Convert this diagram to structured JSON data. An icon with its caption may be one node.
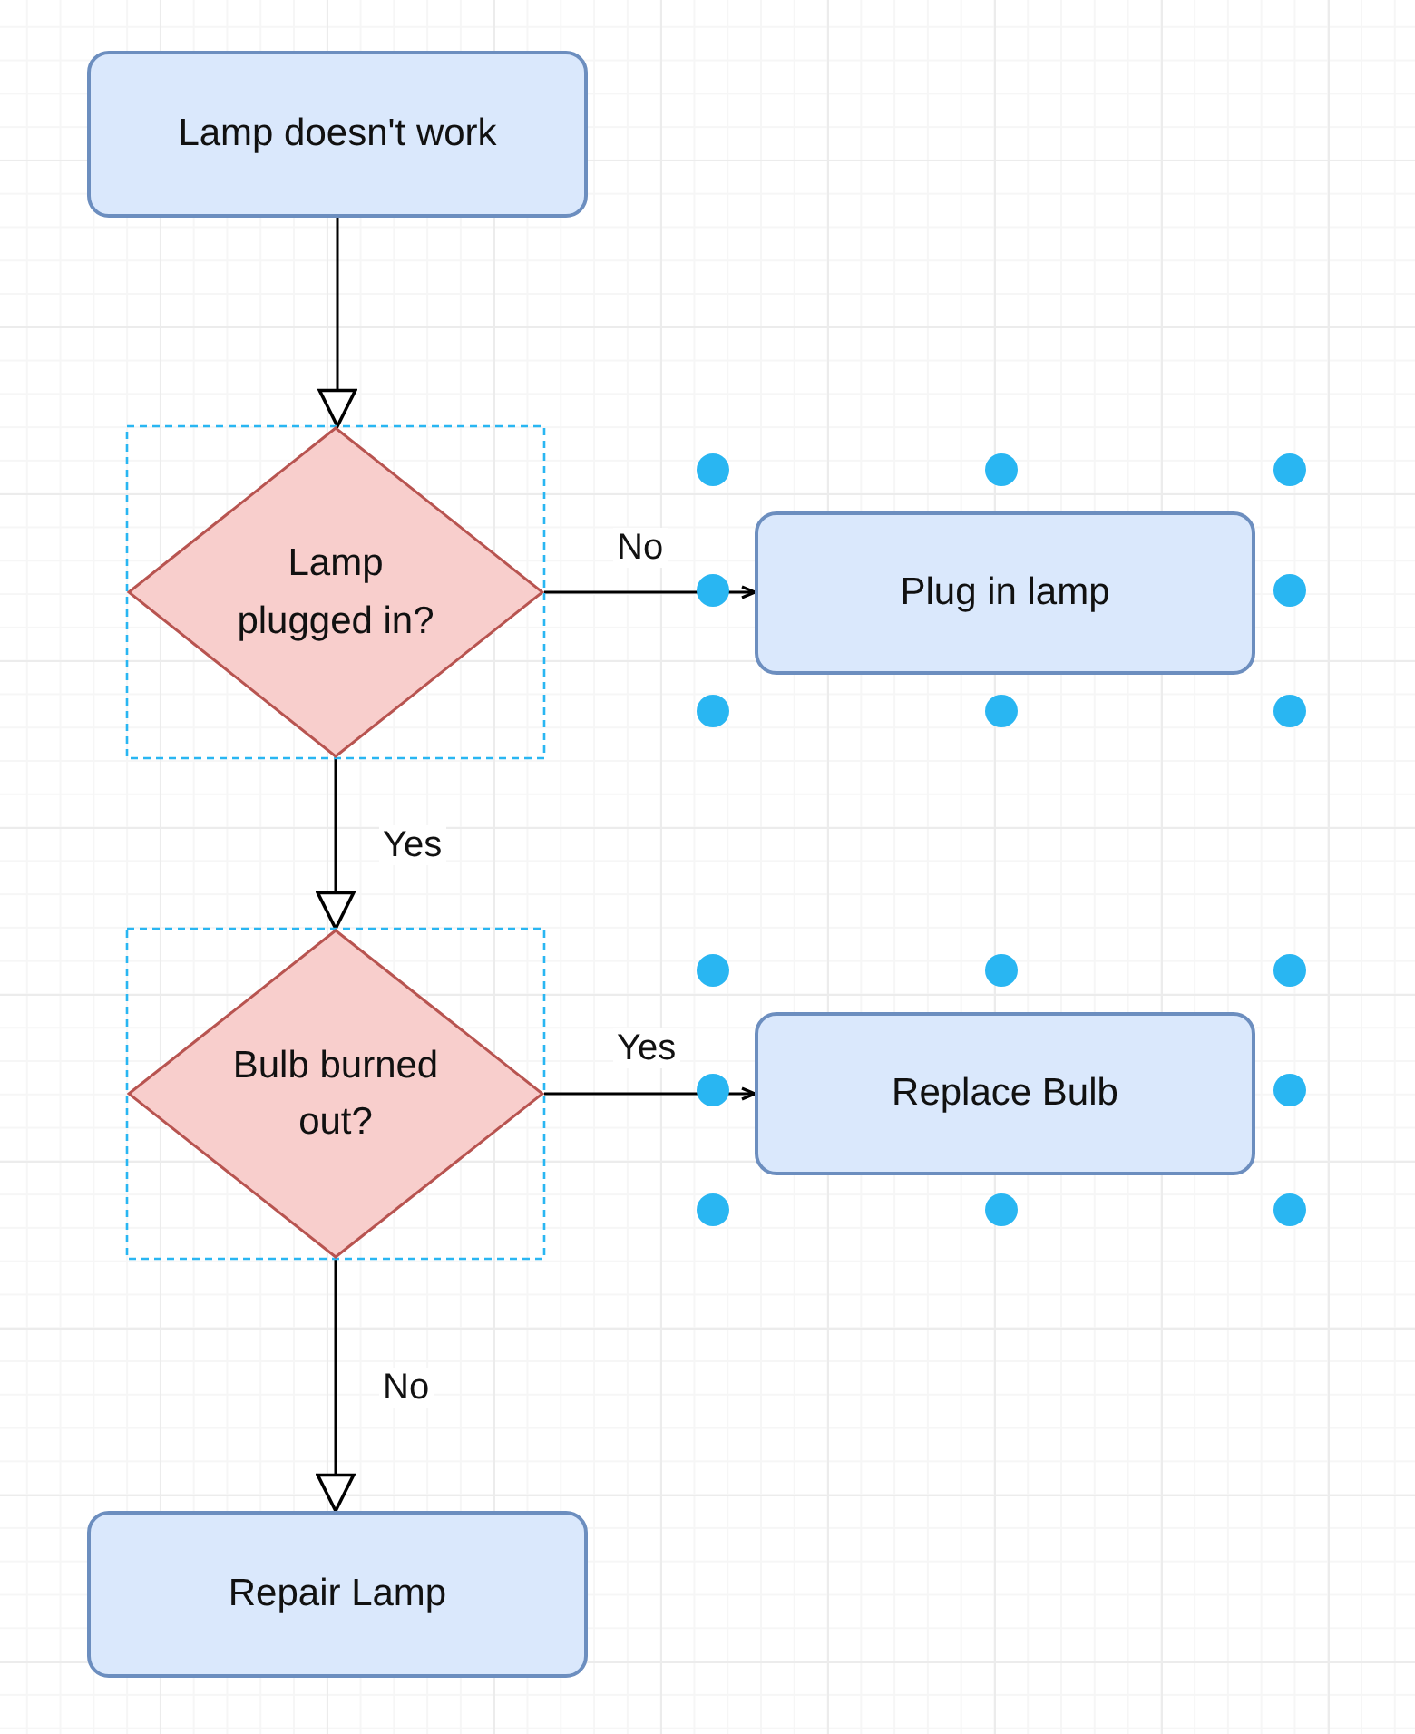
{
  "diagram": {
    "nodes": [
      {
        "text": [
          "Lamp doesn't work"
        ]
      },
      {
        "text": [
          "Lamp plugged in?"
        ]
      },
      {
        "text": [
          "Plug in lamp"
        ]
      },
      {
        "text": [
          "Bulb burned out?"
        ]
      },
      {
        "text": [
          "Replace Bulb"
        ]
      },
      {
        "text": [
          "Repair Lamp"
        ]
      }
    ],
    "edges": [
      {
        "from": 0,
        "to": 1,
        "arrow": "to"
      },
      {
        "from": 1,
        "to": 2,
        "arrow": "to",
        "label": "No"
      },
      {
        "from": 1,
        "to": 3,
        "arrow": "to",
        "label": "Yes"
      },
      {
        "from": 3,
        "to": 4,
        "arrow": "to",
        "label": "Yes"
      },
      {
        "from": 3,
        "to": 5,
        "arrow": "to",
        "label": "No"
      }
    ]
  }
}
